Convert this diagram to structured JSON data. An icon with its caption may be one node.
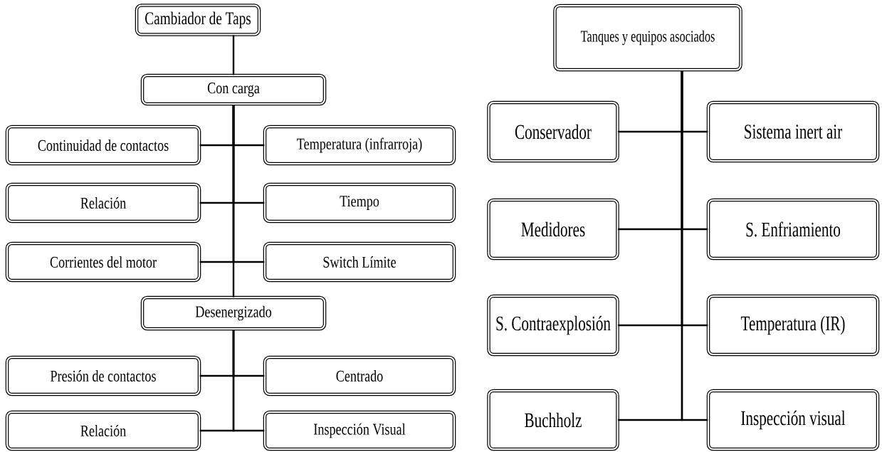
{
  "diagram": {
    "nodes": [
      {
        "text": [
          "Cambiador de Taps"
        ]
      },
      {
        "text": [
          "Con carga"
        ]
      },
      {
        "text": [
          "Continuidad de contactos"
        ]
      },
      {
        "text": [
          "Temperatura (infrarroja)"
        ]
      },
      {
        "text": [
          "Relación"
        ]
      },
      {
        "text": [
          "Tiempo"
        ]
      },
      {
        "text": [
          "Corrientes del motor"
        ]
      },
      {
        "text": [
          "Switch Límite"
        ]
      },
      {
        "text": [
          "Desenergizado"
        ]
      },
      {
        "text": [
          "Presión de contactos"
        ]
      },
      {
        "text": [
          "Centrado"
        ]
      },
      {
        "text": [
          "Relación"
        ]
      },
      {
        "text": [
          "Inspección Visual"
        ]
      },
      {
        "text": [
          "Tanques y equipos asociados"
        ]
      },
      {
        "text": [
          "Conservador"
        ]
      },
      {
        "text": [
          "Sistema inert air"
        ]
      },
      {
        "text": [
          "Medidores"
        ]
      },
      {
        "text": [
          "S. Enfriamiento"
        ]
      },
      {
        "text": [
          "S. Contraexplosión"
        ]
      },
      {
        "text": [
          "Temperatura (IR)"
        ]
      },
      {
        "text": [
          "Buchholz"
        ]
      },
      {
        "text": [
          "Inspección visual"
        ]
      }
    ],
    "edges": [
      {
        "from": 0,
        "to": 1,
        "arrow": "none"
      },
      {
        "from": 1,
        "to": 2,
        "arrow": "none"
      },
      {
        "from": 1,
        "to": 3,
        "arrow": "none"
      },
      {
        "from": 1,
        "to": 4,
        "arrow": "none"
      },
      {
        "from": 1,
        "to": 5,
        "arrow": "none"
      },
      {
        "from": 1,
        "to": 6,
        "arrow": "none"
      },
      {
        "from": 1,
        "to": 7,
        "arrow": "none"
      },
      {
        "from": 1,
        "to": 8,
        "arrow": "none"
      },
      {
        "from": 8,
        "to": 9,
        "arrow": "none"
      },
      {
        "from": 8,
        "to": 10,
        "arrow": "none"
      },
      {
        "from": 8,
        "to": 11,
        "arrow": "none"
      },
      {
        "from": 8,
        "to": 12,
        "arrow": "none"
      },
      {
        "from": 13,
        "to": 14,
        "arrow": "none"
      },
      {
        "from": 13,
        "to": 15,
        "arrow": "none"
      },
      {
        "from": 13,
        "to": 16,
        "arrow": "none"
      },
      {
        "from": 13,
        "to": 17,
        "arrow": "none"
      },
      {
        "from": 13,
        "to": 18,
        "arrow": "none"
      },
      {
        "from": 13,
        "to": 19,
        "arrow": "none"
      },
      {
        "from": 13,
        "to": 20,
        "arrow": "none"
      },
      {
        "from": 13,
        "to": 21,
        "arrow": "none"
      }
    ]
  }
}
